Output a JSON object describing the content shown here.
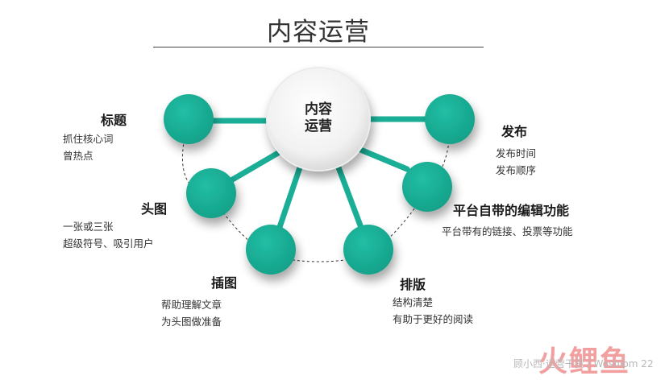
{
  "title": "内容运营",
  "center": {
    "line1": "内容",
    "line2": "运营"
  },
  "nodes": [
    {
      "id": "title",
      "label": "标题",
      "desc": [
        "抓住核心词",
        "曾热点"
      ]
    },
    {
      "id": "head",
      "label": "头图",
      "desc": [
        "一张或三张",
        "超级符号、吸引用户"
      ]
    },
    {
      "id": "illus",
      "label": "插图",
      "desc": [
        "帮助理解文章",
        "为头图做准备"
      ]
    },
    {
      "id": "layout",
      "label": "排版",
      "desc": [
        "结构清楚",
        "有助于更好的阅读"
      ]
    },
    {
      "id": "platform",
      "label": "平台自带的编辑功能",
      "desc": [
        "平台带有的链接、投票等功能"
      ]
    },
    {
      "id": "publish",
      "label": "发布",
      "desc": [
        "发布时间",
        "发布顺序"
      ]
    }
  ],
  "colors": {
    "accent": "#1aae96",
    "accent_dark": "#12927d",
    "text": "#1a1a1a"
  },
  "watermark": {
    "text": "顾小西·运营干货 / Woshipm 22",
    "logo": "火鲤鱼"
  }
}
